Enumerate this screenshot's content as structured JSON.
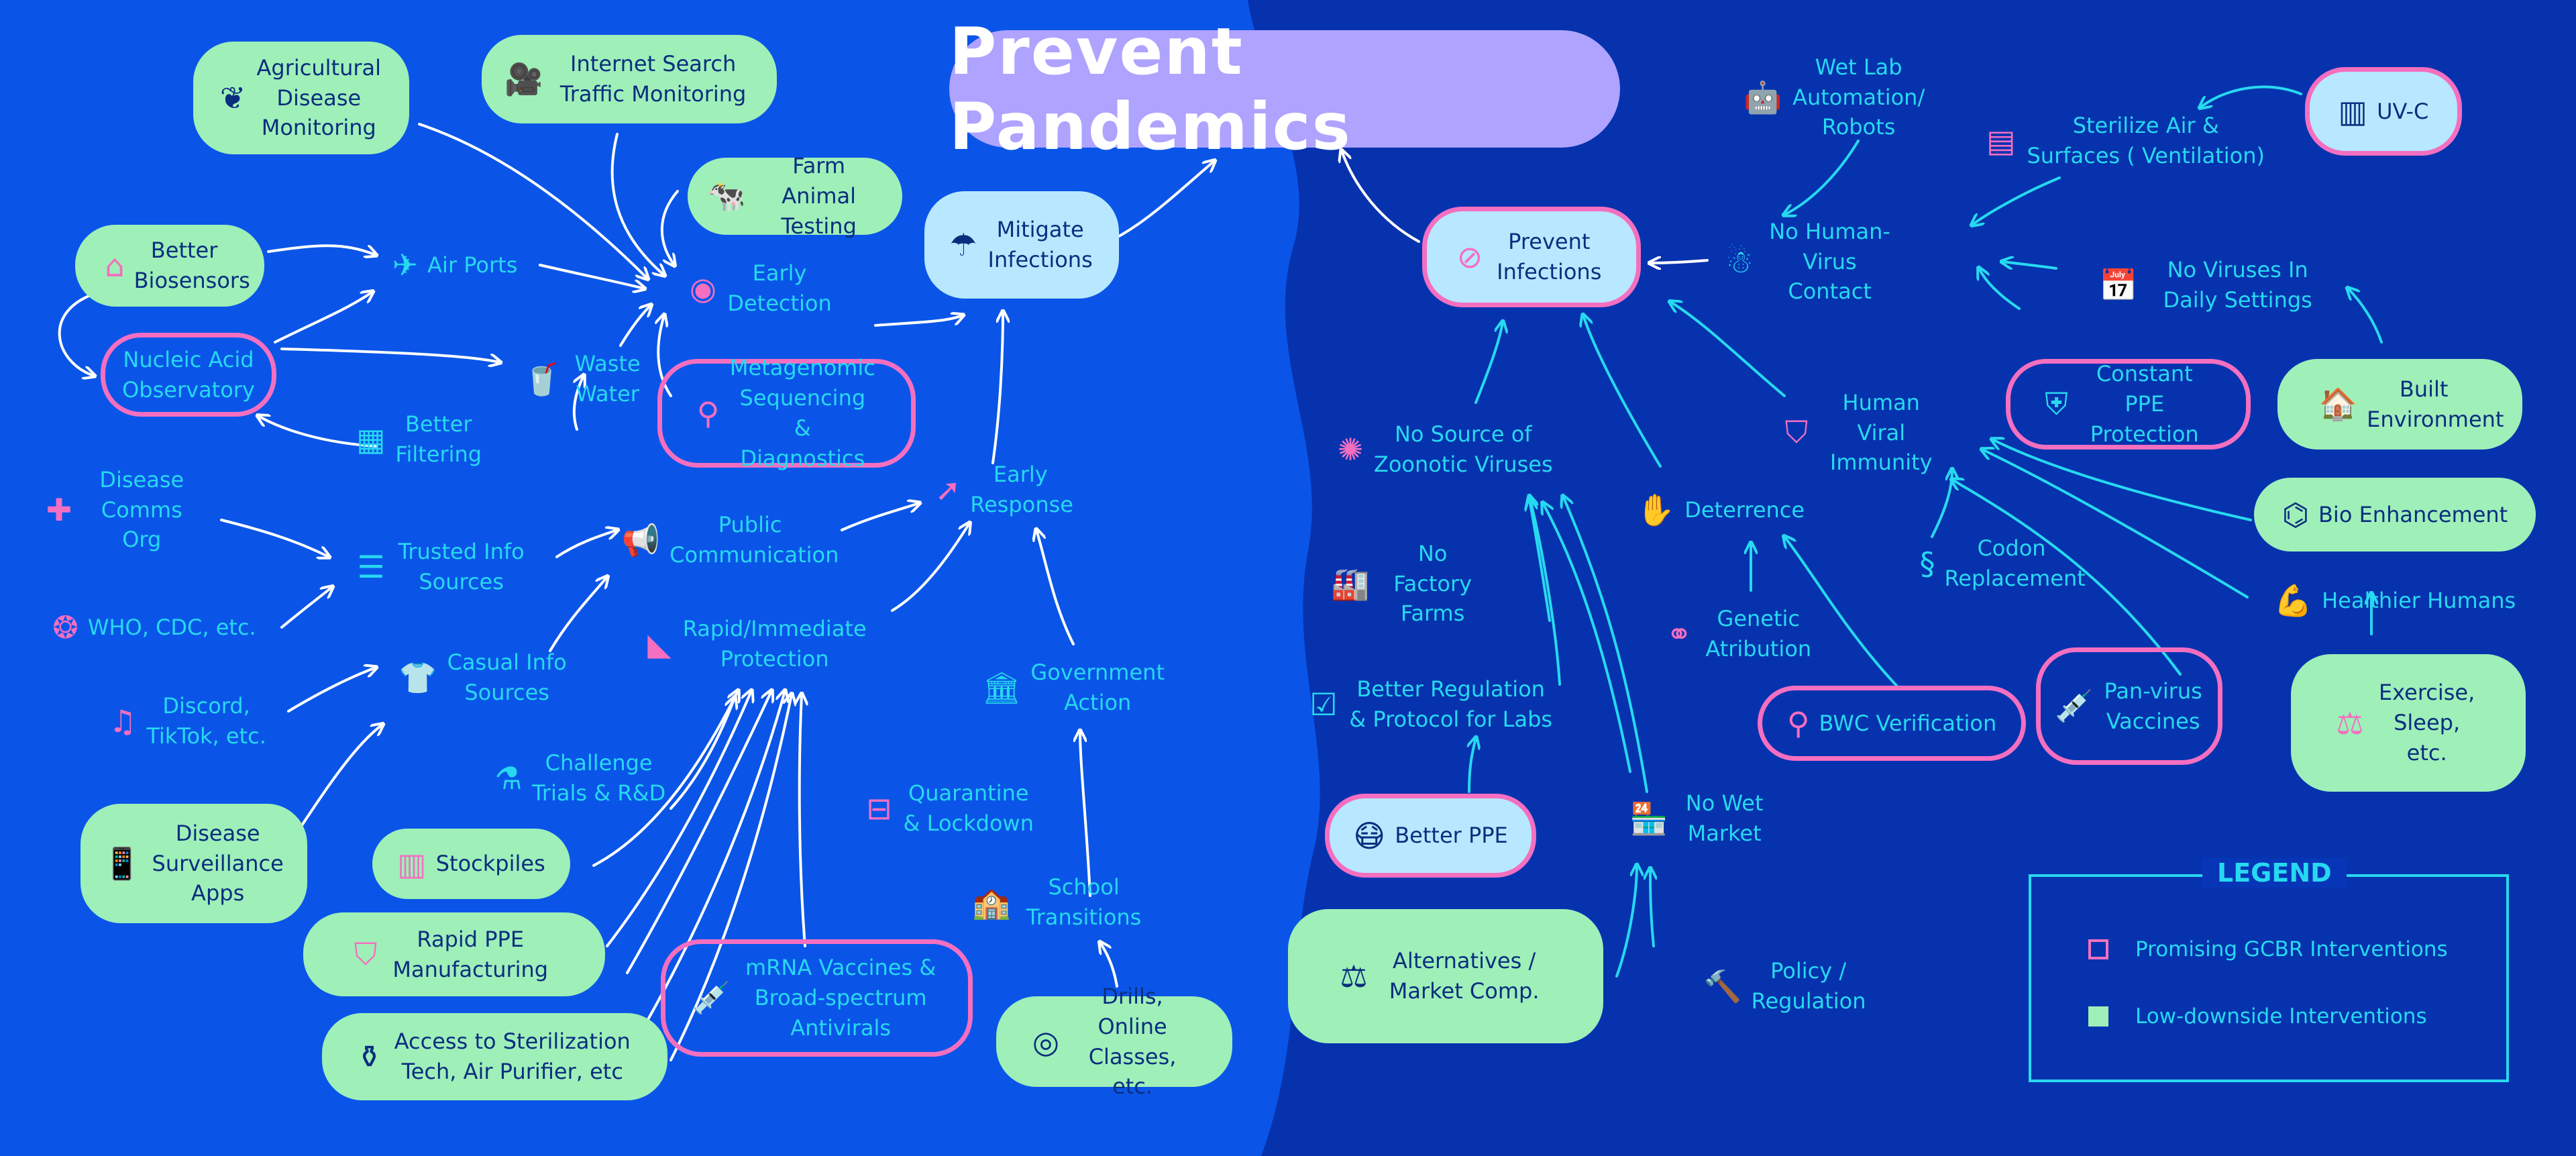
{
  "title": "Prevent Pandemics",
  "colors": {
    "bg_left": "#0A55E8",
    "bg_right": "#0732AE",
    "green": "#9FEFB9",
    "pink": "#F46FC0",
    "cyan": "#27D9F0",
    "navy_text": "#0A2E7E",
    "light_blue": "#B8E8FF",
    "title_fill": "#AEA3FF"
  },
  "nodes": {
    "agricultural_disease_monitoring": "Agricultural Disease Monitoring",
    "internet_search": "Internet Search Traffic Monitoring",
    "farm_animal_testing": "Farm Animal Testing",
    "better_biosensors": "Better Biosensors",
    "air_ports": "Air Ports",
    "early_detection": "Early Detection",
    "mitigate_infections": "Mitigate Infections",
    "nucleic_acid_observatory": "Nucleic Acid Observatory",
    "waste_water": "Waste Water",
    "better_filtering": "Better Filtering",
    "metagenomic": "Metagenomic Sequencing & Diagnostics",
    "disease_comms_org": "Disease Comms Org",
    "trusted_info_sources": "Trusted Info Sources",
    "public_communication": "Public Communication",
    "early_response": "Early Response",
    "who_cdc": "WHO, CDC, etc.",
    "rapid_protection": "Rapid/Immediate Protection",
    "casual_info_sources": "Casual Info Sources",
    "discord_tiktok": "Discord, TikTok, etc.",
    "government_action": "Government Action",
    "challenge_trials": "Challenge Trials & R&D",
    "disease_surveillance_apps": "Disease Surveillance Apps",
    "stockpiles": "Stockpiles",
    "quarantine": "Quarantine & Lockdown",
    "rapid_ppe_manufacturing": "Rapid PPE Manufacturing",
    "school_transitions": "School Transitions",
    "mrna_vaccines": "mRNA Vaccines & Broad-spectrum Antivirals",
    "access_sterilization": "Access to Sterilization Tech, Air Purifier, etc",
    "drills_online": "Drills, Online Classes, etc.",
    "prevent_infections": "Prevent Infections",
    "wet_lab_automation": "Wet Lab Automation/ Robots",
    "sterilize_air": "Sterilize Air & Surfaces ( Ventilation)",
    "uv_c": "UV-C",
    "no_human_virus_contact": "No Human-Virus Contact",
    "no_viruses_daily": "No Viruses In Daily Settings",
    "built_environment": "Built Environment",
    "constant_ppe": "Constant PPE Protection",
    "no_zoonotic": "No Source of Zoonotic Viruses",
    "human_viral_immunity": "Human Viral Immunity",
    "deterrence": "Deterrence",
    "bio_enhancement": "Bio Enhancement",
    "no_factory_farms": "No Factory Farms",
    "codon_replacement": "Codon Replacement",
    "genetic_atribution": "Genetic Atribution",
    "healthier_humans": "Healthier Humans",
    "better_regulation": "Better Regulation & Protocol for Labs",
    "bwc_verification": "BWC Verification",
    "pan_virus_vaccines": "Pan-virus Vaccines",
    "exercise_sleep": "Exercise, Sleep, etc.",
    "better_ppe": "Better PPE",
    "no_wet_market": "No Wet Market",
    "alternatives_market": "Alternatives / Market Comp.",
    "policy_regulation": "Policy / Regulation"
  },
  "legend": {
    "title": "LEGEND",
    "items": [
      {
        "label": "Promising GCBR Interventions",
        "color": "#F46FC0",
        "style": "outline"
      },
      {
        "label": "Low-downside Interventions",
        "color": "#9FEFB9",
        "style": "filled"
      }
    ]
  }
}
